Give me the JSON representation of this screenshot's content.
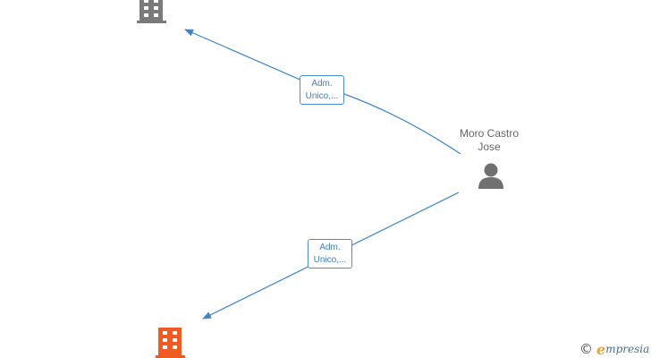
{
  "nodes": {
    "company_top": {
      "icon": "building-icon",
      "color": "#7a7a7a"
    },
    "company_bottom": {
      "icon": "building-icon",
      "color": "#f05a23"
    },
    "person": {
      "icon": "person-icon",
      "color": "#707070",
      "name_line1": "Moro Castro",
      "name_line2": "Jose"
    }
  },
  "edges": [
    {
      "label_line1": "Adm.",
      "label_line2": "Unico,...",
      "color": "#3d85c6"
    },
    {
      "label_line1": "Adm.",
      "label_line2": "Unico,...",
      "color": "#3d85c6"
    }
  ],
  "brand": {
    "copyright": "©",
    "initial": "e",
    "rest": "mpresia"
  }
}
